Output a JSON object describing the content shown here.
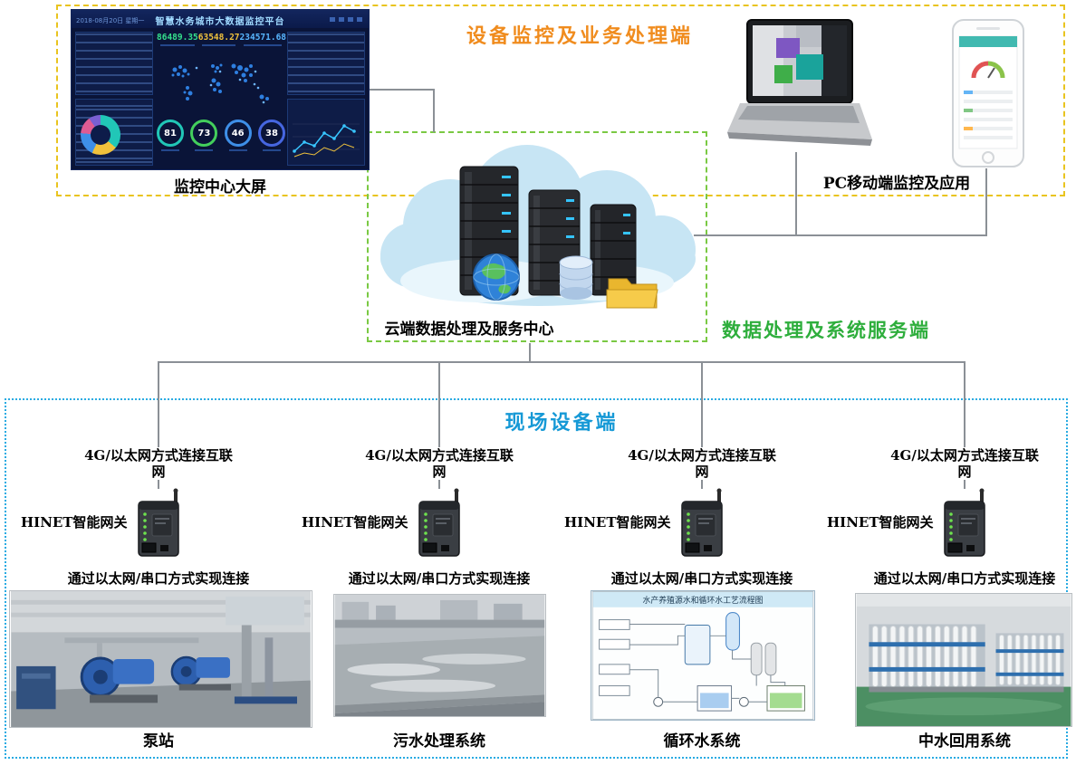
{
  "zones": {
    "monitor": {
      "title": "设备监控及业务处理端",
      "dashboard_caption": "监控中心大屏",
      "pc_caption": "PC移动端监控及应用"
    },
    "cloud": {
      "caption": "云端数据处理及服务中心",
      "title": "数据处理及系统服务端"
    },
    "field": {
      "title": "现场设备端",
      "uplink_label": "4G/以太网方式连接互联网",
      "gateway_label": "HINET智能网关",
      "downlink_label": "通过以太网/串口方式实现连接",
      "sites": [
        {
          "name": "泵站"
        },
        {
          "name": "污水处理系统"
        },
        {
          "name": "循环水系统",
          "diagram_title": "水产养殖源水和循环水工艺流程图"
        },
        {
          "name": "中水回用系统"
        }
      ]
    }
  },
  "dashboard": {
    "title": "智慧水务城市大数据监控平台",
    "date": "2018-08月20日 星期一",
    "stats": [
      {
        "value": "86489.35"
      },
      {
        "value": "63548.27"
      },
      {
        "value": "234571.68"
      }
    ],
    "rings": [
      {
        "value": "81"
      },
      {
        "value": "73"
      },
      {
        "value": "46"
      },
      {
        "value": "38"
      }
    ]
  },
  "colors": {
    "zone_monitor_border": "#e9c41f",
    "zone_monitor_title": "#f08c1e",
    "zone_cloud_border": "#7ac943",
    "zone_cloud_title": "#2eae3c",
    "zone_field_border": "#29abe2",
    "zone_field_title": "#1699d6",
    "stat_green": "#35e08c",
    "stat_yellow": "#f0c23c",
    "stat_blue": "#58b6ff"
  }
}
